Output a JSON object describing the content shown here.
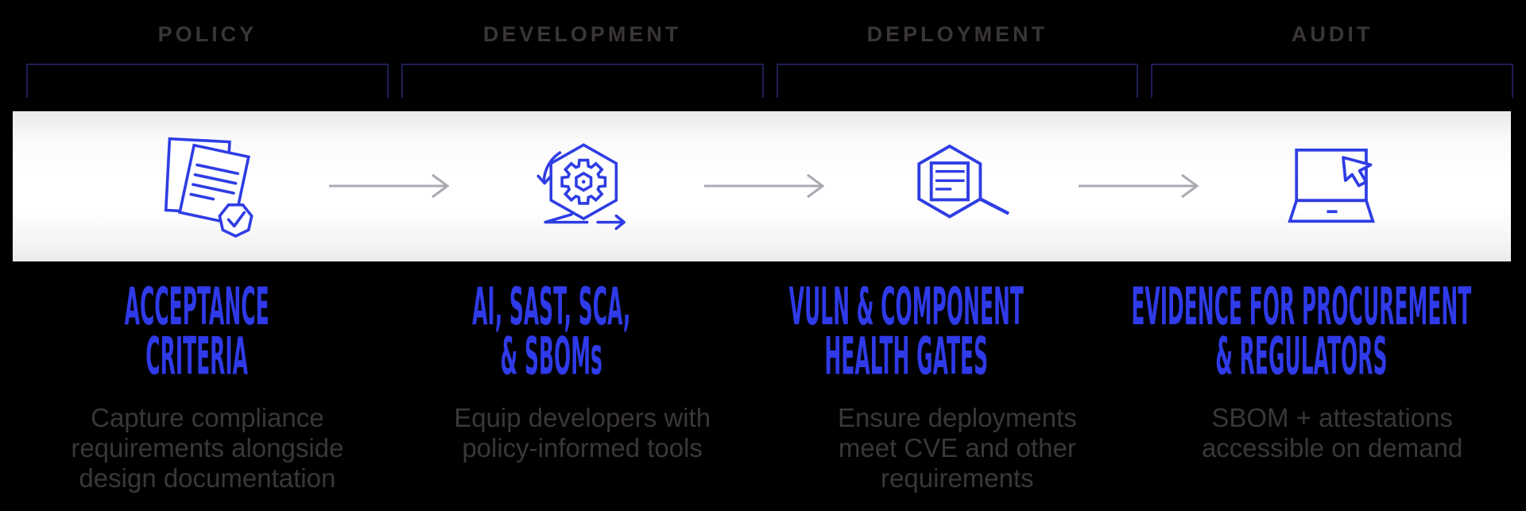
{
  "colors": {
    "background": "#000000",
    "band_white": "#ffffff",
    "heading_blue": "#2F3AE8",
    "icon_blue": "#2E3DE3",
    "bracket_navy": "#1E1E55",
    "stage_label_gray": "#3A3537",
    "body_text_gray": "#3B3738",
    "arrow_gray": "#A9AAB2"
  },
  "stages": [
    {
      "label": "POLICY",
      "icon": "documents-check-icon",
      "heading_lines": [
        "ACCEPTANCE",
        "CRITERIA"
      ],
      "description_lines": [
        "Capture compliance",
        "requirements alongside",
        "design documentation"
      ]
    },
    {
      "label": "DEVELOPMENT",
      "icon": "dev-loop-gear-icon",
      "heading_lines": [
        "AI, SAST, SCA,",
        "& SBOMs"
      ],
      "description_lines": [
        "Equip developers with",
        "policy-informed tools"
      ]
    },
    {
      "label": "DEPLOYMENT",
      "icon": "hexagon-scan-document-icon",
      "heading_lines": [
        "VULN & COMPONENT",
        "HEALTH GATES"
      ],
      "description_lines": [
        "Ensure deployments",
        "meet CVE and other",
        "requirements"
      ]
    },
    {
      "label": "AUDIT",
      "icon": "laptop-cursor-icon",
      "heading_lines": [
        "EVIDENCE FOR PROCUREMENT",
        "& REGULATORS"
      ],
      "description_lines": [
        "SBOM + attestations",
        "accessible on demand"
      ]
    }
  ]
}
